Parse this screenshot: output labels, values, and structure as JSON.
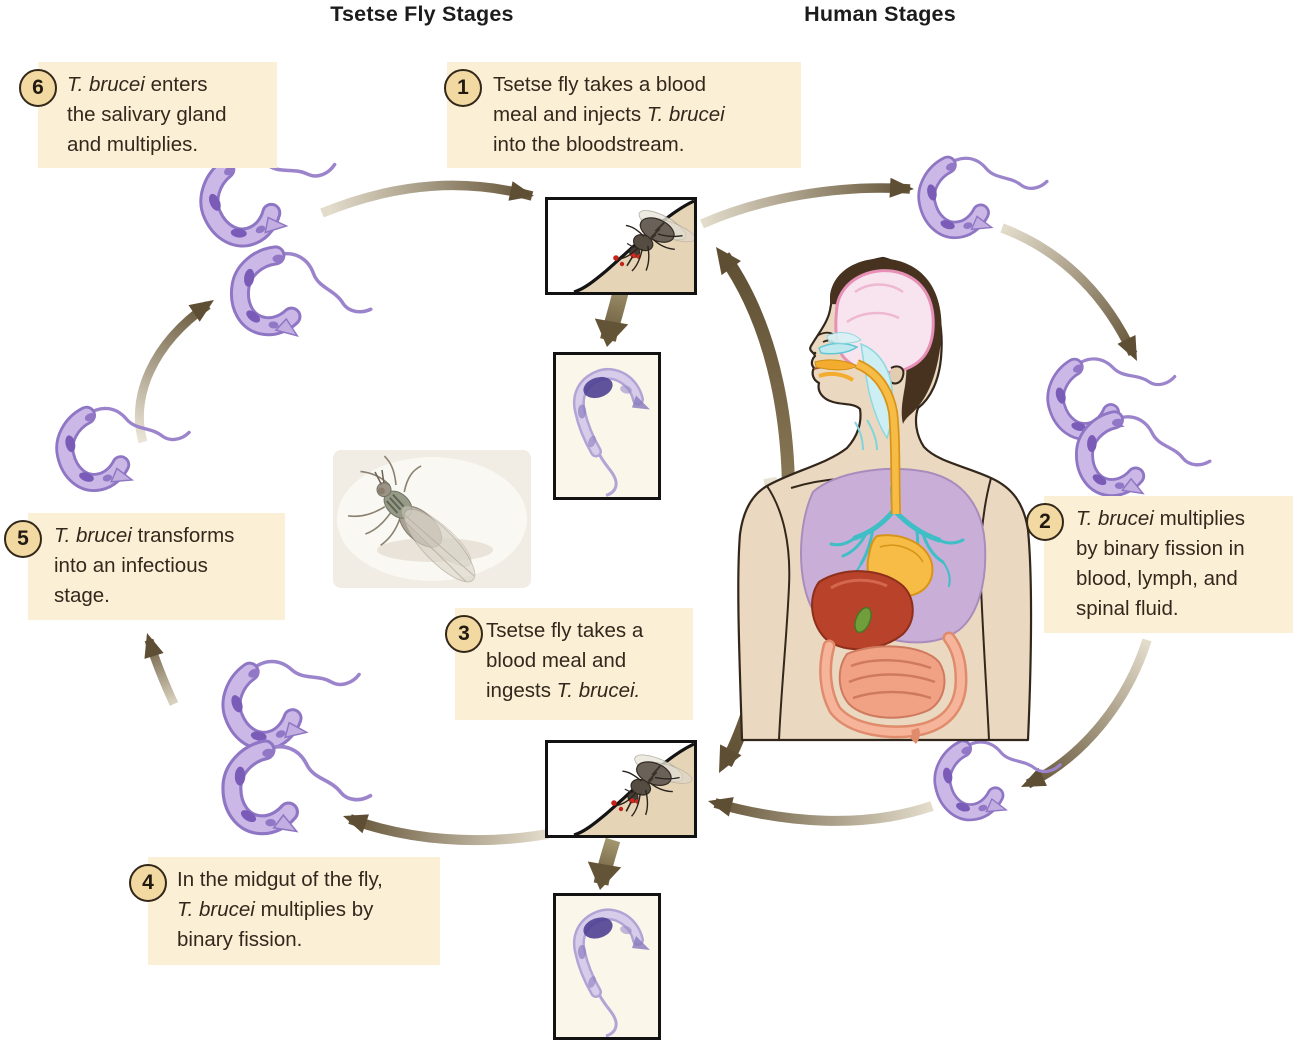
{
  "headings": {
    "left": "Tsetse Fly Stages",
    "right": "Human Stages"
  },
  "steps": [
    {
      "number": "1",
      "text": [
        {
          "t": "Tsetse fly takes a blood"
        },
        {
          "br": true
        },
        {
          "t": "meal and injects "
        },
        {
          "t": "T. brucei",
          "i": true
        },
        {
          "br": true
        },
        {
          "t": "into the bloodstream."
        }
      ]
    },
    {
      "number": "2",
      "text": [
        {
          "t": "T. brucei",
          "i": true
        },
        {
          "t": " multiplies"
        },
        {
          "br": true
        },
        {
          "t": "by binary fission in"
        },
        {
          "br": true
        },
        {
          "t": "blood, lymph, and"
        },
        {
          "br": true
        },
        {
          "t": "spinal fluid."
        }
      ]
    },
    {
      "number": "3",
      "text": [
        {
          "t": "Tsetse fly takes a"
        },
        {
          "br": true
        },
        {
          "t": "blood meal and"
        },
        {
          "br": true
        },
        {
          "t": "ingests "
        },
        {
          "t": "T. brucei.",
          "i": true
        }
      ]
    },
    {
      "number": "4",
      "text": [
        {
          "t": "In the midgut of the fly,"
        },
        {
          "br": true
        },
        {
          "t": "T. brucei",
          "i": true
        },
        {
          "t": " multiplies by"
        },
        {
          "br": true
        },
        {
          "t": "binary fission."
        }
      ]
    },
    {
      "number": "5",
      "text": [
        {
          "t": "T. brucei",
          "i": true
        },
        {
          "t": " transforms"
        },
        {
          "br": true
        },
        {
          "t": "into an infectious"
        },
        {
          "br": true
        },
        {
          "t": "stage."
        }
      ]
    },
    {
      "number": "6",
      "text": [
        {
          "t": "T. brucei",
          "i": true
        },
        {
          "t": " enters"
        },
        {
          "br": true
        },
        {
          "t": "the salivary gland"
        },
        {
          "br": true
        },
        {
          "t": "and multiplies."
        }
      ]
    }
  ],
  "figures": {
    "bite_top": "fly-biting-human-skin-illustration",
    "bite_bottom": "fly-biting-human-skin-illustration",
    "micrograph_top": "t-brucei-stained-micrograph",
    "micrograph_bottom": "t-brucei-stained-micrograph",
    "fly_photo": "tsetse-fly-photograph",
    "human_figure": "human-torso-anatomy-illustration",
    "parasites": "t-brucei-trypomastigote-illustration"
  },
  "colors": {
    "callout_bg": "#fbf0d6",
    "badge_bg": "#f2d8a1",
    "badge_border": "#33271a",
    "arrow_dark": "#5e4e33",
    "arrow_light": "#e3dccb",
    "parasite_body": "#cbb8e7",
    "parasite_outline": "#8f76c4",
    "parasite_dark": "#7a5cb8",
    "micrograph_bg": "#fbf6ea",
    "skin": "#ead9c0",
    "text": "#33281c"
  }
}
